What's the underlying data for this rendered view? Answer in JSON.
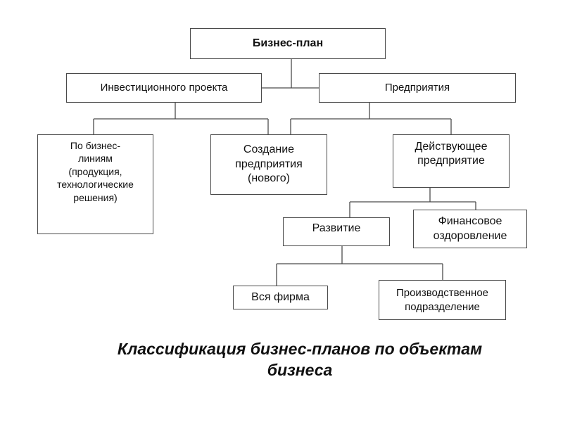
{
  "diagram": {
    "root": "Бизнес-план",
    "investment_project": "Инвестиционного проекта",
    "enterprise": "Предприятия",
    "business_lines": [
      "По бизнес-",
      "линиям",
      "(продукция,",
      "технологические",
      "решения)"
    ],
    "new_enterprise": [
      "Создание",
      "предприятия",
      "(нового)"
    ],
    "existing_enterprise": [
      "Действующее",
      "предприятие"
    ],
    "development": "Развитие",
    "financial_recovery": [
      "Финансовое",
      "оздоровление"
    ],
    "whole_firm": "Вся фирма",
    "production_unit": [
      "Производственное",
      "подразделение"
    ]
  },
  "caption": [
    "Классификация бизнес-планов по объектам",
    "бизнеса"
  ]
}
